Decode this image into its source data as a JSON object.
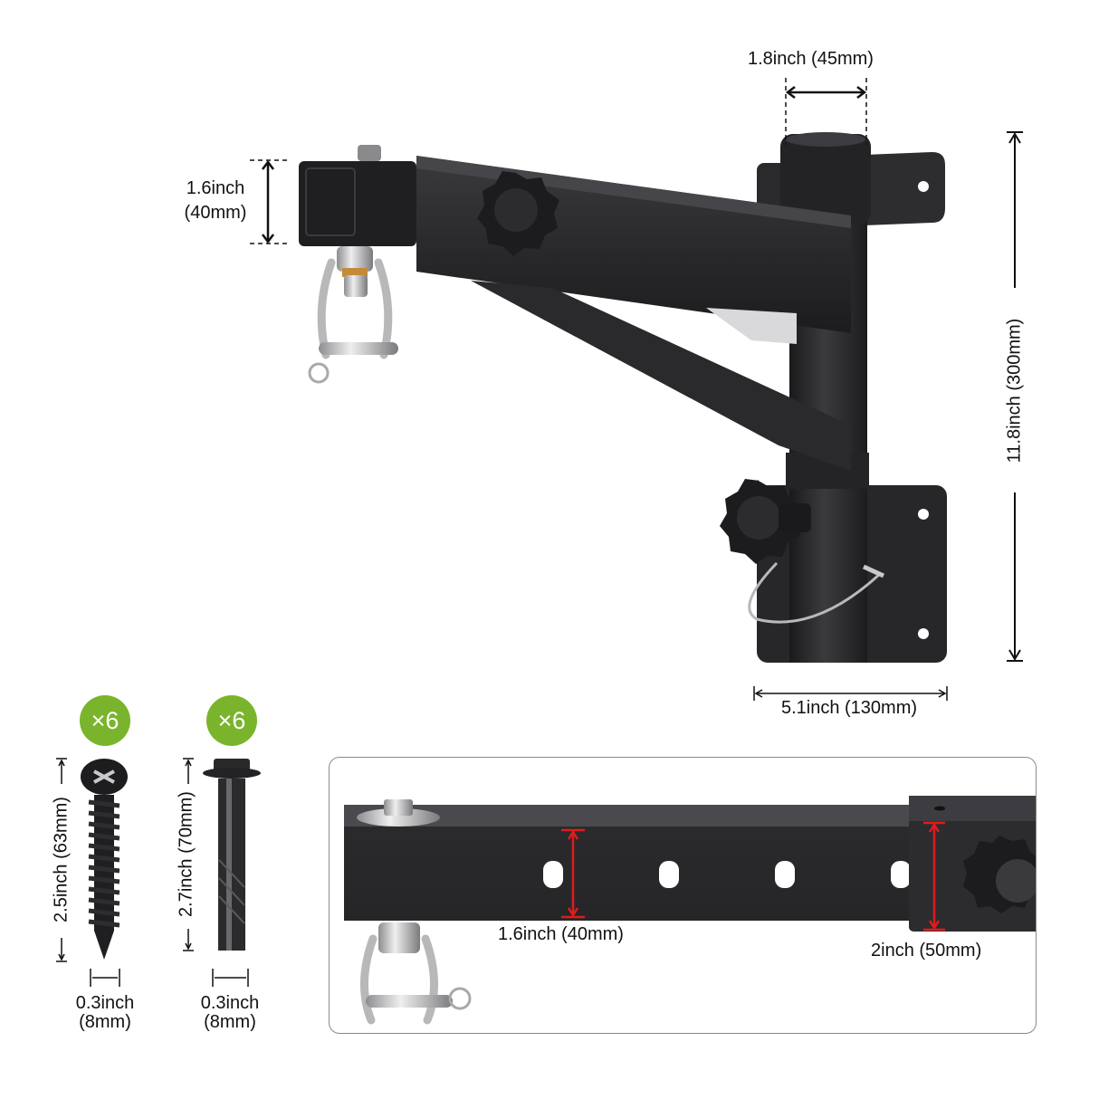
{
  "diagram": {
    "subject": "Wall mount bracket with swivel hook",
    "colors": {
      "metal_body": "#2b2b2d",
      "metal_highlight": "#4a4a4d",
      "steel": "#c9c9cc",
      "badge_green": "#7ab42c",
      "dimension_red": "#e01b1b",
      "dimension_black": "#111111",
      "panel_border": "#8a8a8a"
    },
    "main_view": {
      "pole_diameter_label": "1.8inch (45mm)",
      "arm_tube_height_label_line1": "1.6inch",
      "arm_tube_height_label_line2": "(40mm)",
      "total_height_label": "11.8inch (300mm)",
      "plate_width_label": "5.1inch (130mm)"
    },
    "hardware": [
      {
        "name": "lag screw",
        "quantity_label": "×6",
        "length_label": "2.5inch (63mm)",
        "diameter_label_line1": "0.3inch",
        "diameter_label_line2": "(8mm)"
      },
      {
        "name": "expansion bolt",
        "quantity_label": "×6",
        "length_label": "2.7inch (70mm)",
        "diameter_label_line1": "0.3inch",
        "diameter_label_line2": "(8mm)"
      }
    ],
    "detail_panel": {
      "inner_tube_label": "1.6inch (40mm)",
      "outer_tube_label": "2inch (50mm)"
    }
  }
}
